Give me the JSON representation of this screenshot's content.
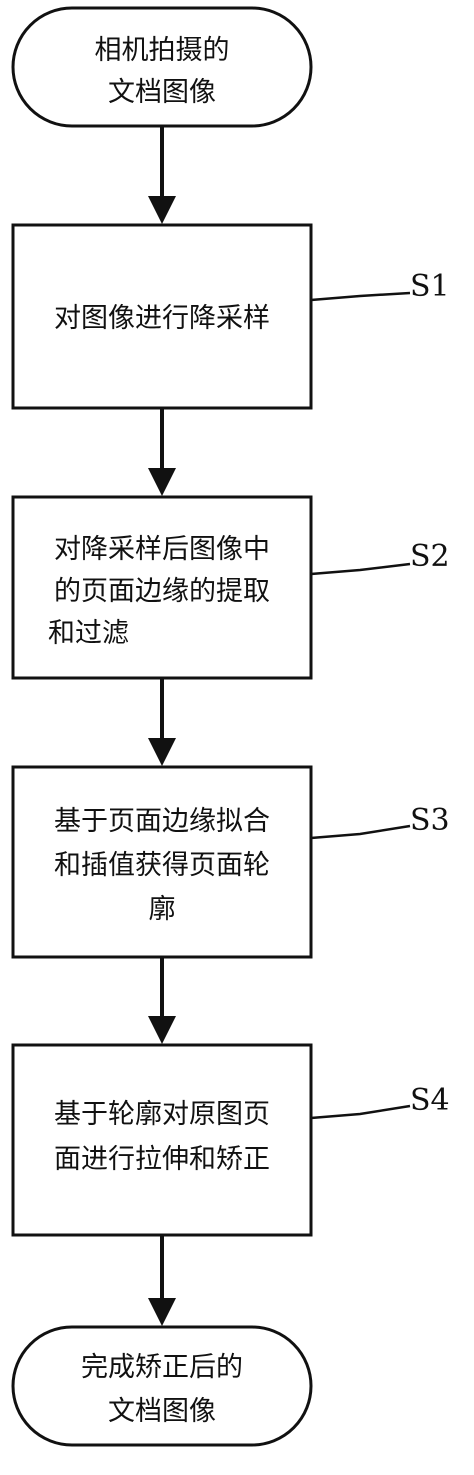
{
  "flowchart": {
    "start": {
      "lines": [
        "相机拍摄的",
        "文档图像"
      ]
    },
    "steps": [
      {
        "label": "S1",
        "lines": [
          "对图像进行降采样"
        ]
      },
      {
        "label": "S2",
        "lines": [
          "对降采样后图像中",
          "的页面边缘的提取",
          "和过滤"
        ]
      },
      {
        "label": "S3",
        "lines": [
          "基于页面边缘拟合",
          "和插值获得页面轮",
          "廓"
        ]
      },
      {
        "label": "S4",
        "lines": [
          "基于轮廓对原图页",
          "面进行拉伸和矫正"
        ]
      }
    ],
    "end": {
      "lines": [
        "完成矫正后的",
        "文档图像"
      ]
    }
  }
}
